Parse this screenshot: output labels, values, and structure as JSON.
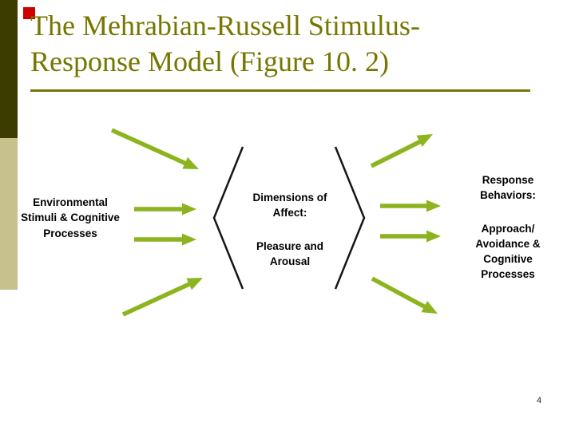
{
  "slide": {
    "title_lines": [
      "The Mehrabian-Russell Stimulus-",
      "Response Model (Figure 10. 2)"
    ],
    "left_box": {
      "lines": [
        "Environmental",
        "Stimuli & Cognitive",
        "Processes"
      ]
    },
    "center_box": {
      "heading_lines": [
        "Dimensions of",
        "Affect:"
      ],
      "body_lines": [
        "Pleasure and",
        "Arousal"
      ]
    },
    "right_box": {
      "heading_lines": [
        "Response",
        "Behaviors:"
      ],
      "body_lines": [
        "Approach/",
        "Avoidance &",
        "Cognitive",
        "Processes"
      ]
    },
    "page_number": "4"
  },
  "colors": {
    "title": "#767600",
    "bar-dark": "#3d3c00",
    "bar-light": "#c7c18e",
    "red-square": "#cf0000",
    "arrow": "#8db41e",
    "bracket": "#161616",
    "text": "#000000"
  }
}
